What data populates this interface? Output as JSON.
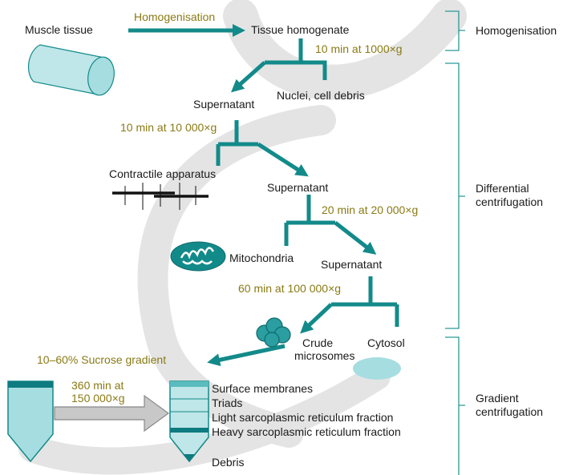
{
  "colors": {
    "teal": "#138a8a",
    "light_teal": "#bfe6e8",
    "pale_teal": "#a6dde0",
    "dark_teal": "#0e7b80",
    "bracket": "#2a9a96",
    "condition_text": "#8a7a14",
    "watermark": "#e4e4e4",
    "grey_arrow": "#c8c8c8"
  },
  "nodes": {
    "muscle_tissue": "Muscle tissue",
    "tissue_homogenate": "Tissue homogenate",
    "nuclei": "Nuclei, cell debris",
    "supernatant1": "Supernatant",
    "contractile": "Contractile apparatus",
    "supernatant2": "Supernatant",
    "mitochondria": "Mitochondria",
    "supernatant3": "Supernatant",
    "crude_microsomes_line1": "Crude",
    "crude_microsomes_line2": "microsomes",
    "cytosol": "Cytosol"
  },
  "conditions": {
    "homogenisation": "Homogenisation",
    "spin1": "10 min at 1000×g",
    "spin2": "10 min at 10 000×g",
    "spin3": "20 min at 20 000×g",
    "spin4": "60 min at 100 000×g",
    "gradient": "10–60% Sucrose gradient",
    "spin5_line1": "360 min at",
    "spin5_line2": "150 000×g"
  },
  "fractions": {
    "surface": "Surface membranes",
    "triads": "Triads",
    "light_sr": "Light sarcoplasmic reticulum fraction",
    "heavy_sr": "Heavy sarcoplasmic reticulum fraction",
    "debris": "Debris"
  },
  "sections": {
    "homogenisation": "Homogenisation",
    "differential_line1": "Differential",
    "differential_line2": "centrifugation",
    "gradient_line1": "Gradient",
    "gradient_line2": "centrifugation"
  }
}
